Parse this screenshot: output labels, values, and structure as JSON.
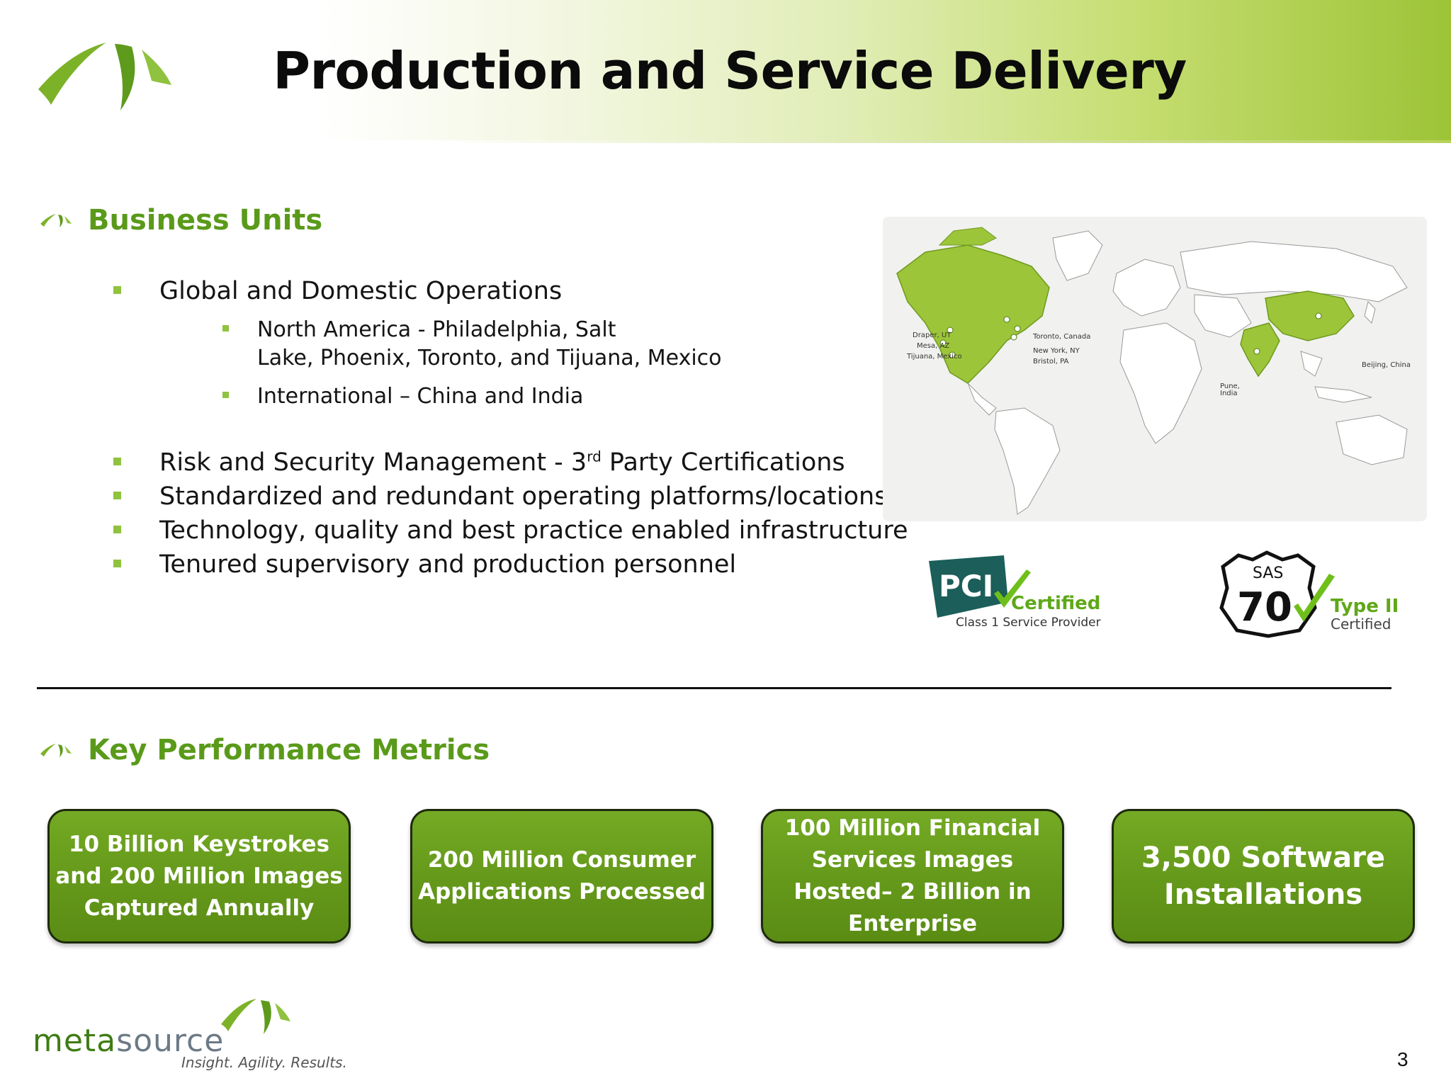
{
  "header": {
    "title": "Production and Service Delivery"
  },
  "business_units": {
    "heading": "Business Units",
    "global_ops": "Global and Domestic Operations",
    "north_america_line1": "North America - Philadelphia, Salt",
    "north_america_line2": "Lake, Phoenix, Toronto, and Tijuana, Mexico",
    "international": "International – China and India",
    "risk_pre": "Risk and Security Management - 3",
    "risk_sup": "rd",
    "risk_post": " Party Certifications",
    "standardized": "Standardized and redundant operating platforms/locations",
    "technology": "Technology, quality and best practice enabled infrastructure",
    "tenured": "Tenured supervisory and production personnel"
  },
  "map": {
    "labels_west": [
      "Draper, UT",
      "Mesa, AZ",
      "Tijuana, Mexico"
    ],
    "labels_east": [
      "Toronto, Canada",
      "New York, NY",
      "Bristol, PA"
    ],
    "label_india": [
      "Pune,",
      "India"
    ],
    "label_china": "Beijing, China"
  },
  "certifications": {
    "pci": {
      "mark": "PCI",
      "certified": "Certified",
      "sub": "Class 1 Service Provider"
    },
    "sas": {
      "top": "SAS",
      "number": "70",
      "type": "Type II",
      "certified": "Certified"
    }
  },
  "kpm": {
    "heading": "Key Performance Metrics",
    "items": [
      "10 Billion Keystrokes and 200 Million Images Captured  Annually",
      "200 Million Consumer Applications Processed",
      "100 Million Financial Services Images Hosted– 2 Billion in Enterprise",
      "3,500 Software Installations"
    ]
  },
  "footer": {
    "brand_meta": "meta",
    "brand_source": "source",
    "tagline": "Insight. Agility. Results.",
    "page_number": "3"
  },
  "colors": {
    "accent_green": "#5a9a1a",
    "box_green": "#64981a",
    "bullet_green": "#8fc23e"
  }
}
